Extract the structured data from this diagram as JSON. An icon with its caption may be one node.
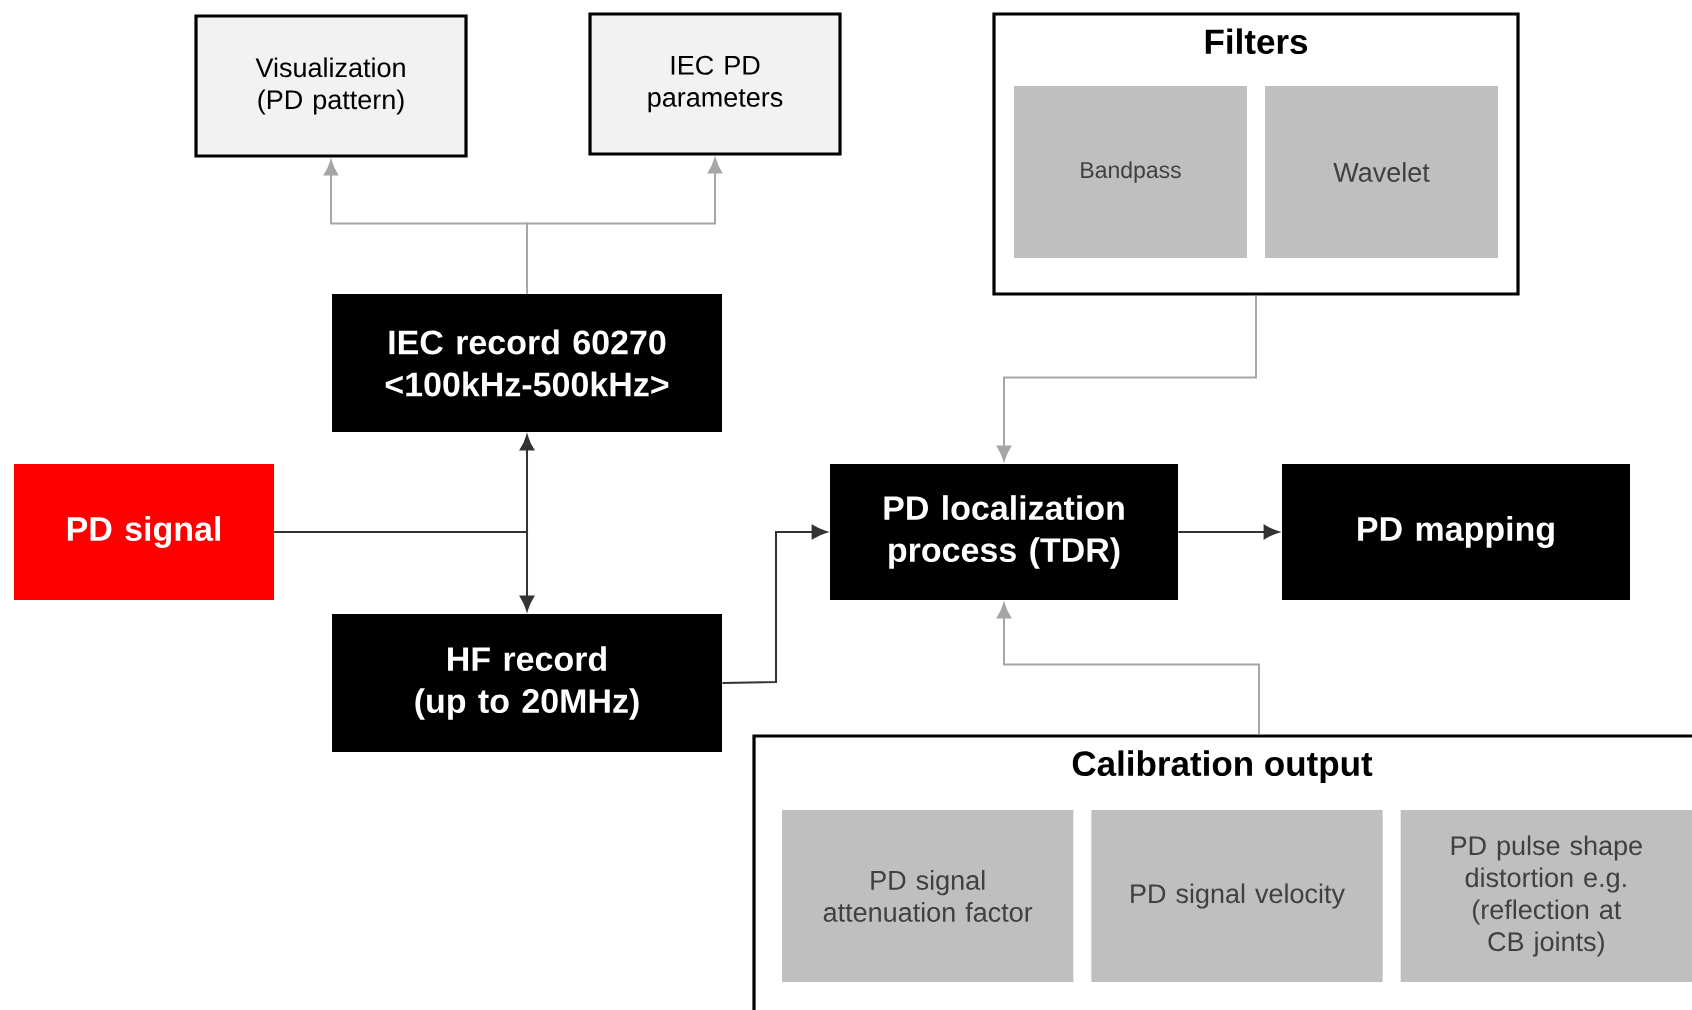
{
  "diagram": {
    "nodes": [
      {
        "text": [
          "Visualization (PD pattern)"
        ]
      },
      {
        "text": [
          "IEC PD parameters"
        ]
      },
      {
        "text": [
          "Filters"
        ]
      },
      {
        "text": [
          "Bandpass"
        ],
        "in": 2
      },
      {
        "text": [
          "Wavelet"
        ],
        "in": 2
      },
      {
        "text": [
          "IEC record 60270 <100kHz-500kHz>"
        ]
      },
      {
        "text": [
          "PD signal"
        ]
      },
      {
        "text": [
          "PD localization process (TDR)"
        ]
      },
      {
        "text": [
          "PD mapping"
        ]
      },
      {
        "text": [
          "HF record (up to 20MHz)"
        ]
      },
      {
        "text": [
          "Calibration output"
        ]
      },
      {
        "text": [
          "PD signal attenuation factor"
        ],
        "in": 10
      },
      {
        "text": [
          "PD signal velocity"
        ],
        "in": 10
      },
      {
        "text": [
          "PD pulse shape distortion e.g. (reflection at CB joints)"
        ],
        "in": 10
      }
    ],
    "edges": [
      {
        "from": 5,
        "to": 0,
        "arrow": "to",
        "color": "#a6a6a6"
      },
      {
        "from": 5,
        "to": 1,
        "arrow": "to",
        "color": "#a6a6a6"
      },
      {
        "from": 6,
        "to": 5,
        "arrow": "to",
        "color": "#333333"
      },
      {
        "from": 6,
        "to": 9,
        "arrow": "to",
        "color": "#333333"
      },
      {
        "from": 9,
        "to": 7,
        "arrow": "to",
        "color": "#333333"
      },
      {
        "from": 2,
        "to": 7,
        "arrow": "to",
        "color": "#a6a6a6"
      },
      {
        "from": 10,
        "to": 7,
        "arrow": "to",
        "color": "#a6a6a6"
      },
      {
        "from": 7,
        "to": 8,
        "arrow": "to",
        "color": "#333333"
      }
    ]
  }
}
